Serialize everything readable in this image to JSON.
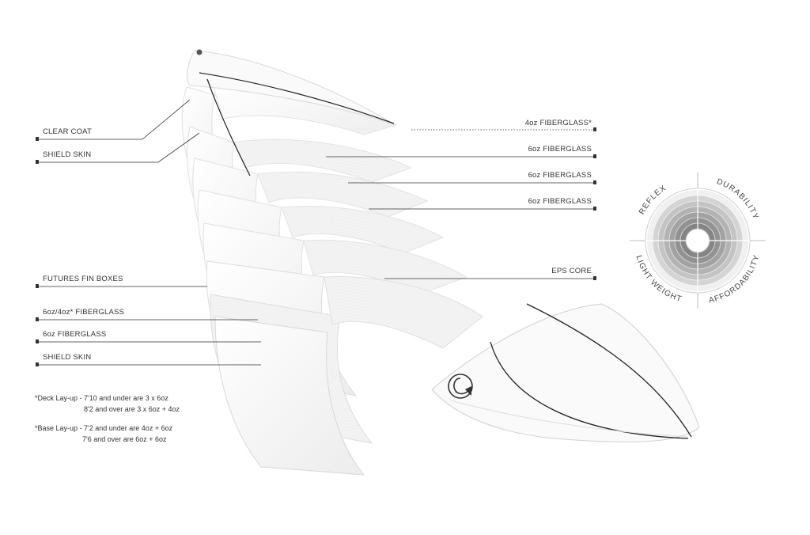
{
  "colors": {
    "line": "#333333",
    "board_fill": "#f7f7f7",
    "board_edge": "#d6d6d6",
    "stringer": "#222222",
    "rating_dark": "#8a8a8a",
    "rating_light": "#e2e2e2"
  },
  "labels": {
    "left": {
      "clear_coat": "CLEAR COAT",
      "shield_skin_top": "SHIELD SKIN",
      "futures_fin_boxes": "FUTURES FIN BOXES",
      "fiberglass_6oz_4oz": "6oz/4oz* FIBERGLASS",
      "fiberglass_6oz": "6oz FIBERGLASS",
      "shield_skin_bottom": "SHIELD SKIN"
    },
    "right": {
      "fiberglass_4oz": "4oz FIBERGLASS*",
      "fiberglass_6oz_1": "6oz FIBERGLASS",
      "fiberglass_6oz_2": "6oz FIBERGLASS",
      "fiberglass_6oz_3": "6oz FIBERGLASS",
      "eps_core": "EPS CORE"
    }
  },
  "notes": {
    "deck_line1": "*Deck Lay-up - 7'10 and under are 3 x 6oz",
    "deck_line2": "8'2 and over are 3 x 6oz + 4oz",
    "base_line1": "*Base Lay-up - 7'2 and under are 4oz + 6oz",
    "base_line2": "7'6 and over are 6oz + 6oz"
  },
  "rating": {
    "reflex": "REFLEX",
    "durability": "DURABILITY",
    "affordability": "AFFORDABILITY",
    "light_weight": "LIGHT WEIGHT"
  }
}
